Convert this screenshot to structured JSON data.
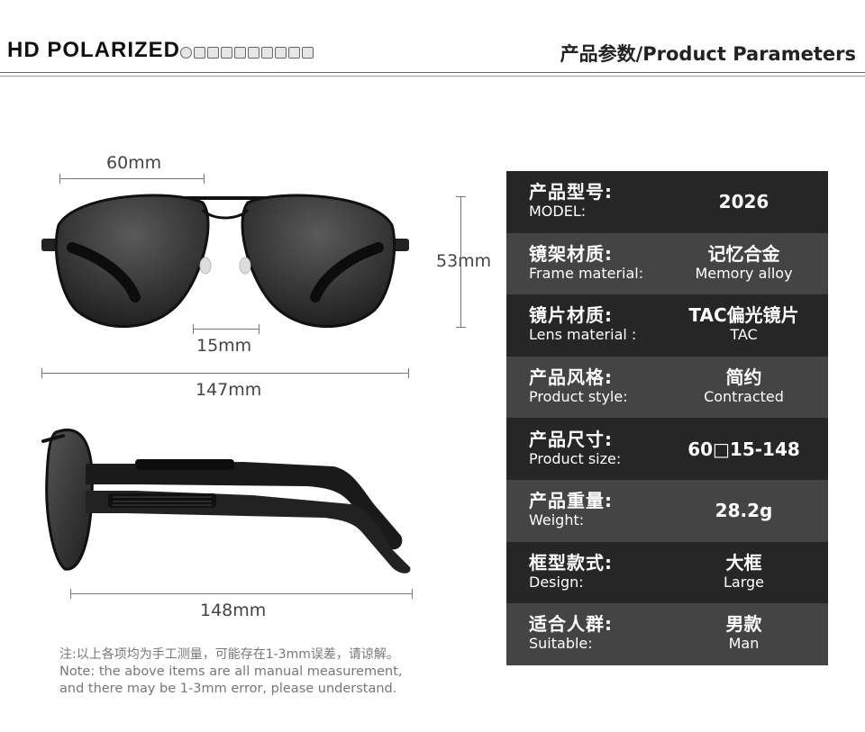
{
  "header": {
    "left_title": "HD POLARIZED",
    "right_title": "产品参数/Product Parameters"
  },
  "icons": [
    "sun-icon",
    "person-icon",
    "bike-icon",
    "run-icon",
    "fish-icon",
    "motor-icon",
    "car-icon",
    "ski-icon",
    "golf-icon",
    "walk-icon"
  ],
  "dimensions": {
    "lens_width": "60mm",
    "lens_height": "53mm",
    "bridge": "15mm",
    "frame_width": "147mm",
    "temple_length": "148mm"
  },
  "note": {
    "cn": "注:以上各项均为手工测量，可能存在1-3mm误差，请谅解。",
    "en_line1": "Note: the above items are all manual measurement,",
    "en_line2": "and there may be 1-3mm error, please understand."
  },
  "params": [
    {
      "label_cn": "产品型号:",
      "label_en": "MODEL:",
      "value_cn": "2026",
      "value_en": ""
    },
    {
      "label_cn": "镜架材质:",
      "label_en": "Frame material:",
      "value_cn": "记忆合金",
      "value_en": "Memory alloy"
    },
    {
      "label_cn": "镜片材质:",
      "label_en": "Lens material :",
      "value_cn": "TAC偏光镜片",
      "value_en": "TAC"
    },
    {
      "label_cn": "产品风格:",
      "label_en": "Product style:",
      "value_cn": "简约",
      "value_en": "Contracted"
    },
    {
      "label_cn": "产品尺寸:",
      "label_en": "Product size:",
      "value_cn": "60□15-148",
      "value_en": ""
    },
    {
      "label_cn": "产品重量:",
      "label_en": "Weight:",
      "value_cn": "28.2g",
      "value_en": ""
    },
    {
      "label_cn": "框型款式:",
      "label_en": "Design:",
      "value_cn": "大框",
      "value_en": "Large"
    },
    {
      "label_cn": "适合人群:",
      "label_en": "Suitable:",
      "value_cn": "男款",
      "value_en": "Man"
    }
  ]
}
